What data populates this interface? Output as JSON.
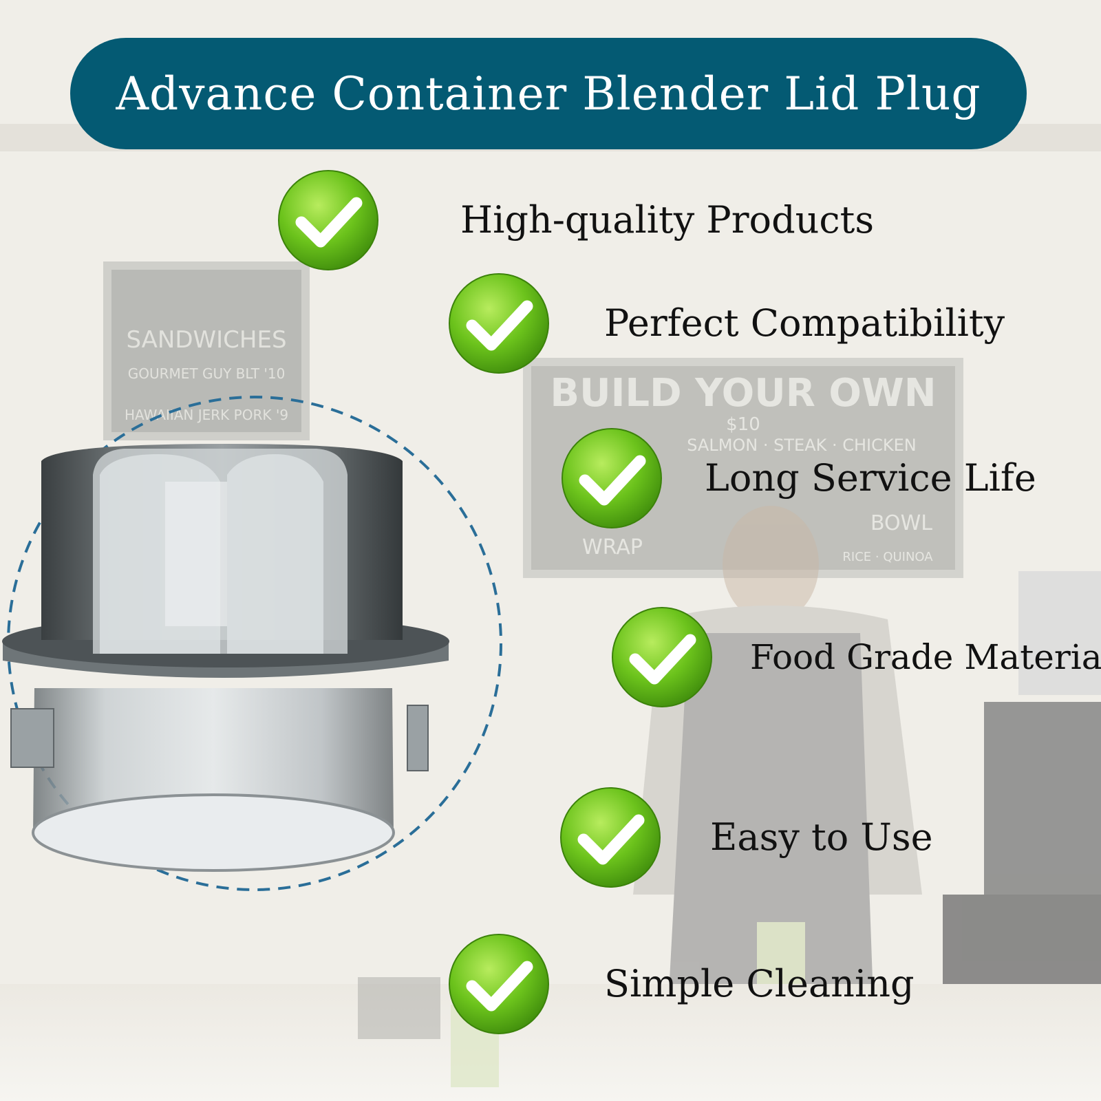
{
  "banner": {
    "title": "Advance Container Blender Lid Plug",
    "color": "#045a73"
  },
  "colors": {
    "check_green": "#5bb517",
    "dashed_circle": "#2a6e98"
  },
  "background": {
    "sign_left_lines": [
      "SANDWICHES",
      "GOURMET GUY BLT '10",
      "HAWAIIAN JERK PORK '9"
    ],
    "sign_right_title": "BUILD YOUR OWN",
    "sign_right_price": "$10",
    "sign_right_lines": [
      "SALMON · STEAK · CHICKEN",
      "WRAP",
      "BOWL",
      "RICE · QUINOA"
    ]
  },
  "features": [
    {
      "label": "High-quality Products",
      "icon": "check-icon"
    },
    {
      "label": "Perfect Compatibility",
      "icon": "check-icon"
    },
    {
      "label": "Long Service Life",
      "icon": "check-icon"
    },
    {
      "label": "Food Grade Material",
      "icon": "check-icon"
    },
    {
      "label": "Easy to Use",
      "icon": "check-icon"
    },
    {
      "label": "Simple Cleaning",
      "icon": "check-icon"
    }
  ]
}
